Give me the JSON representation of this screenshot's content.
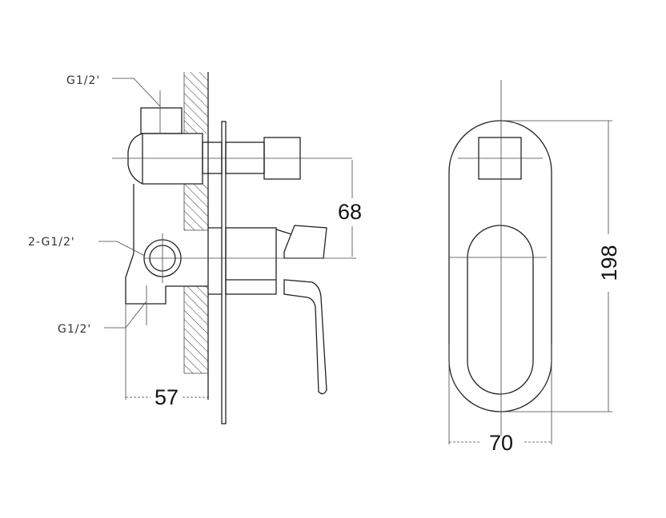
{
  "side_view": {
    "labels": {
      "top_inlet": "G1/2'",
      "middle_outlets": "2-G1/2'",
      "bottom_inlet": "G1/2'"
    },
    "dimensions": {
      "depth": "57",
      "outlet_spacing": "68"
    }
  },
  "front_view": {
    "dimensions": {
      "height": "198",
      "width": "70"
    }
  },
  "colors": {
    "line": "#222222",
    "background": "#ffffff",
    "handle": "#bdbdbd"
  }
}
